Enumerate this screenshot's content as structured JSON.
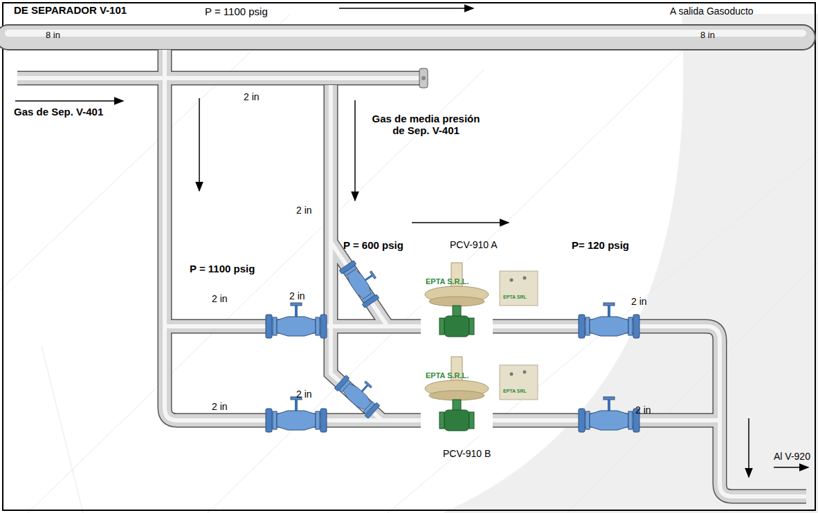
{
  "diagram": {
    "labels": [
      "DE SEPARADOR  V-101",
      "P = 1100 psig",
      "A salida Gasoducto",
      "8 in",
      "8 in",
      "Gas de Sep. V-401",
      "2 in",
      "Gas de media presión de Sep. V-401",
      "2 in",
      "P = 600 psig",
      "PCV-910 A",
      "P= 120 psig",
      "P = 1100 psig",
      "2 in",
      "2 in",
      "2 in",
      "2 in",
      "2 in",
      "2 in",
      "PCV-910 B",
      "Al V-920",
      "EPTA S.R.L.",
      "EPTA SRL",
      "EPTA S.R.L.",
      "EPTA SRL"
    ]
  }
}
